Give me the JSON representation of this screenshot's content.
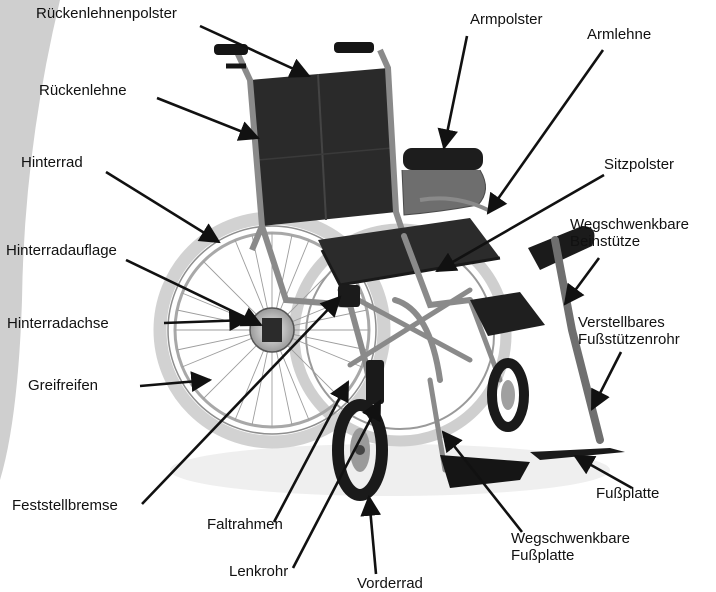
{
  "diagram": {
    "labels": {
      "rueckenlehnenpolster": "Rückenlehnenpolster",
      "armpolster": "Armpolster",
      "armlehne": "Armlehne",
      "rueckenlehne": "Rückenlehne",
      "hinterrad": "Hinterrad",
      "sitzpolster": "Sitzpolster",
      "beinstuetze_line1": "Wegschwenkbare",
      "beinstuetze_line2": "Beinstütze",
      "hinterradauflage": "Hinterradauflage",
      "fussstuetzenrohr_line1": "Verstellbares",
      "fussstuetzenrohr_line2": "Fußstützenrohr",
      "hinterradachse": "Hinterradachse",
      "greifreifen": "Greifreifen",
      "fussplatte": "Fußplatte",
      "feststellbremse": "Feststellbremse",
      "faltrahmen": "Faltrahmen",
      "fussplatte_schwenk_line1": "Wegschwenkbare",
      "fussplatte_schwenk_line2": "Fußplatte",
      "lenkrohr": "Lenkrohr",
      "vorderrad": "Vorderrad"
    },
    "colors": {
      "background": "#ffffff",
      "side_band": "#cfcfcf",
      "arrow": "#111111",
      "tyre": "#d2d2d2",
      "frame": "#8a8a8a",
      "upholstery": "#2a2a2a",
      "black_part": "#151515"
    }
  }
}
